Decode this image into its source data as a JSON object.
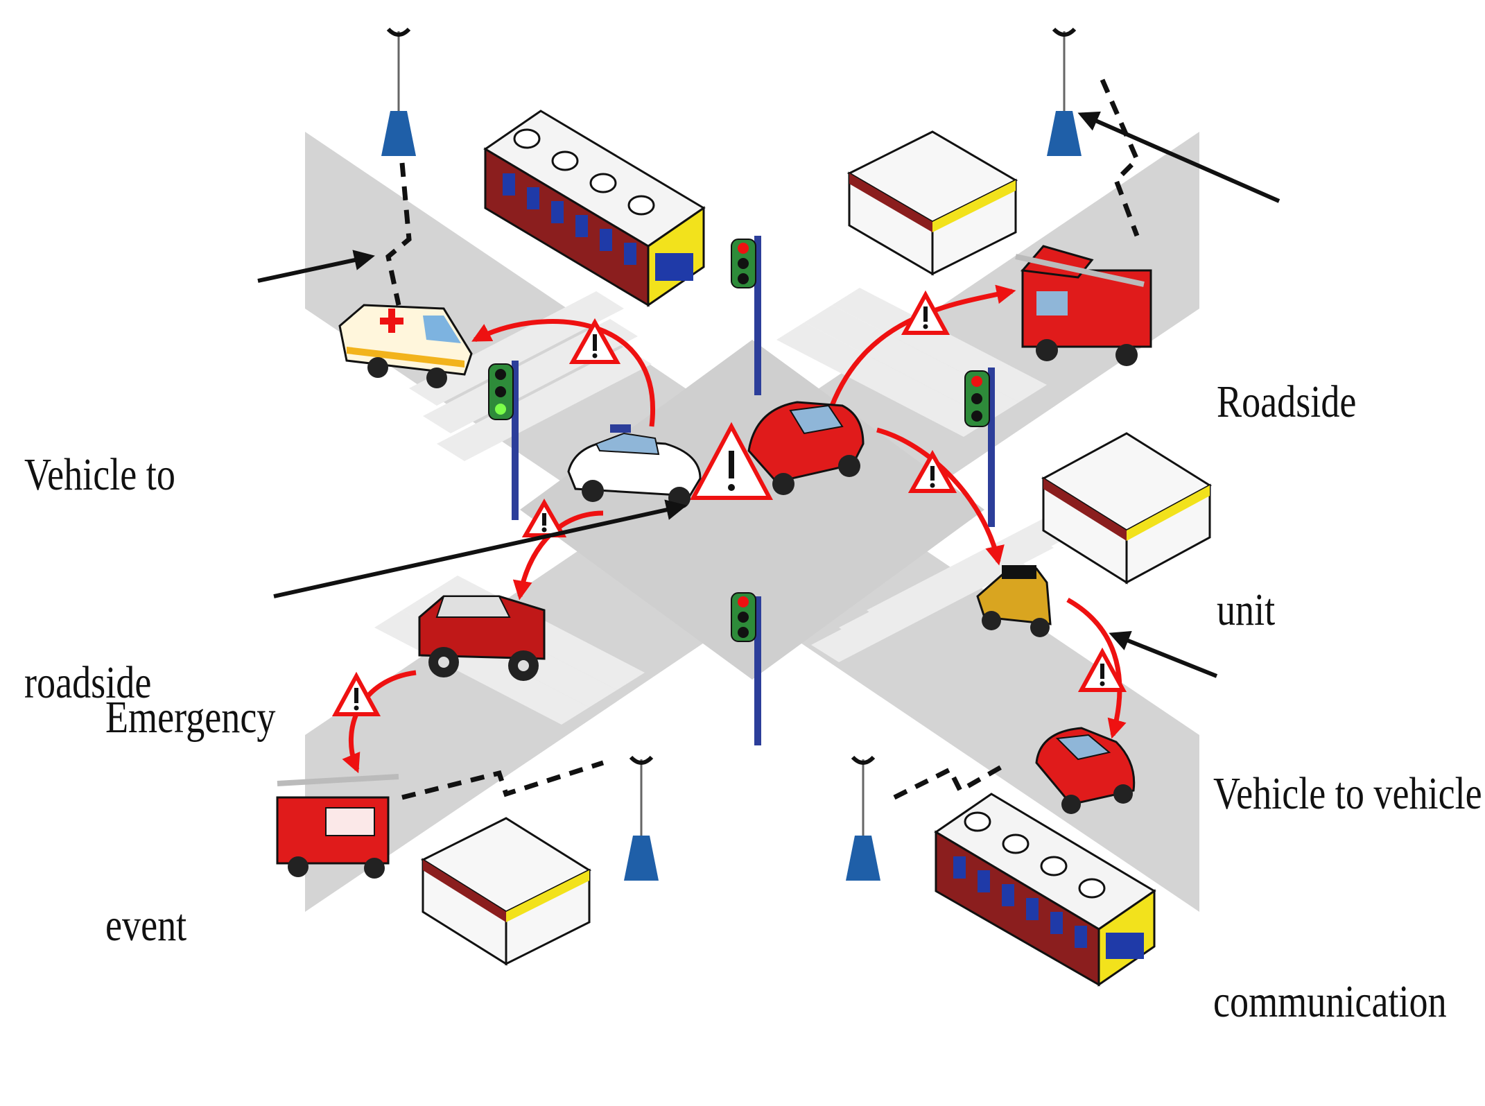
{
  "labels": {
    "v2r_line1": "Vehicle to",
    "v2r_line2": "roadside",
    "rsu_line1": "Roadside",
    "rsu_line2": "unit",
    "emergency_line1": "Emergency",
    "emergency_line2": "event",
    "v2v_line1": "Vehicle to vehicle",
    "v2v_line2": "communication"
  },
  "colors": {
    "road": "#d4d4d4",
    "crosswalk": "#eeeeee",
    "warning_red": "#ee1111",
    "tower_blue": "#1f5fa8",
    "pole_blue": "#2c3e9a",
    "building_red": "#8b1e1e",
    "building_yellow": "#f2e21c"
  },
  "icons": [
    "traffic-light-icon",
    "roadside-unit-tower-icon",
    "warning-triangle-icon",
    "ambulance-icon",
    "police-car-icon",
    "red-car-icon",
    "fire-truck-icon",
    "jeep-icon",
    "vintage-car-icon",
    "bus-icon",
    "building-icon"
  ]
}
